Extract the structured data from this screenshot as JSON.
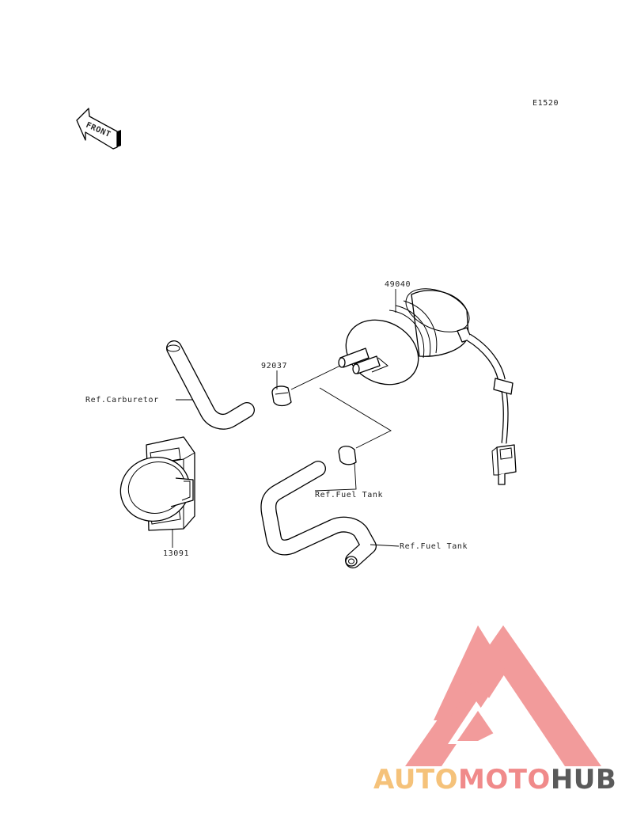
{
  "diagram": {
    "code": "E1520",
    "front_arrow_label": "FRONT",
    "parts": [
      {
        "id": "fuel-pump",
        "number": "49040"
      },
      {
        "id": "clamp",
        "number": "92037"
      },
      {
        "id": "bracket",
        "number": "13091"
      }
    ],
    "references": {
      "carburetor": "Ref.Carburetor",
      "fuel_tank_1": "Ref.Fuel Tank",
      "fuel_tank_2": "Ref.Fuel Tank"
    }
  },
  "watermark": {
    "brand_parts": [
      "AUTO",
      "MOTO",
      "HUB"
    ],
    "colors": {
      "auto": "#f5c27a",
      "moto": "#f08a8a",
      "hub": "#5a5a5a",
      "logo": "#f08a8a"
    }
  }
}
